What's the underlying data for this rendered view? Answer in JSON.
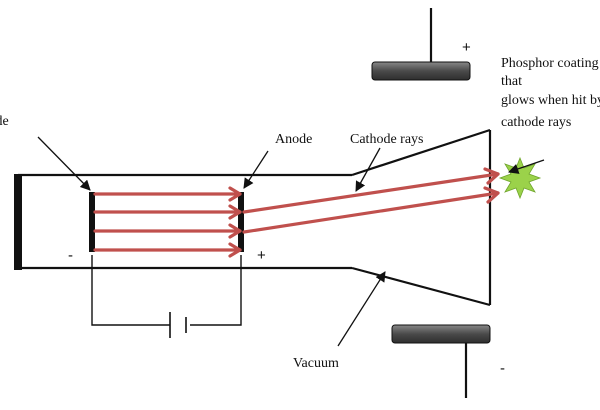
{
  "labels": {
    "cathode": "Cathode",
    "anode": "Anode",
    "cathode_rays": "Cathode rays",
    "phosphor_line1": "Phosphor coating",
    "phosphor_line2": "that",
    "phosphor_line3": "glows when hit by",
    "phosphor_line4": "cathode rays",
    "vacuum": "Vacuum"
  },
  "signs": {
    "cathode_terminal": "-",
    "anode_terminal": "+",
    "top_plate": "+",
    "bottom_plate": "-"
  },
  "colors": {
    "ray": "#c0504d",
    "glow": "#9bd24a",
    "plate_fill": "#555555",
    "outline": "#111111"
  }
}
